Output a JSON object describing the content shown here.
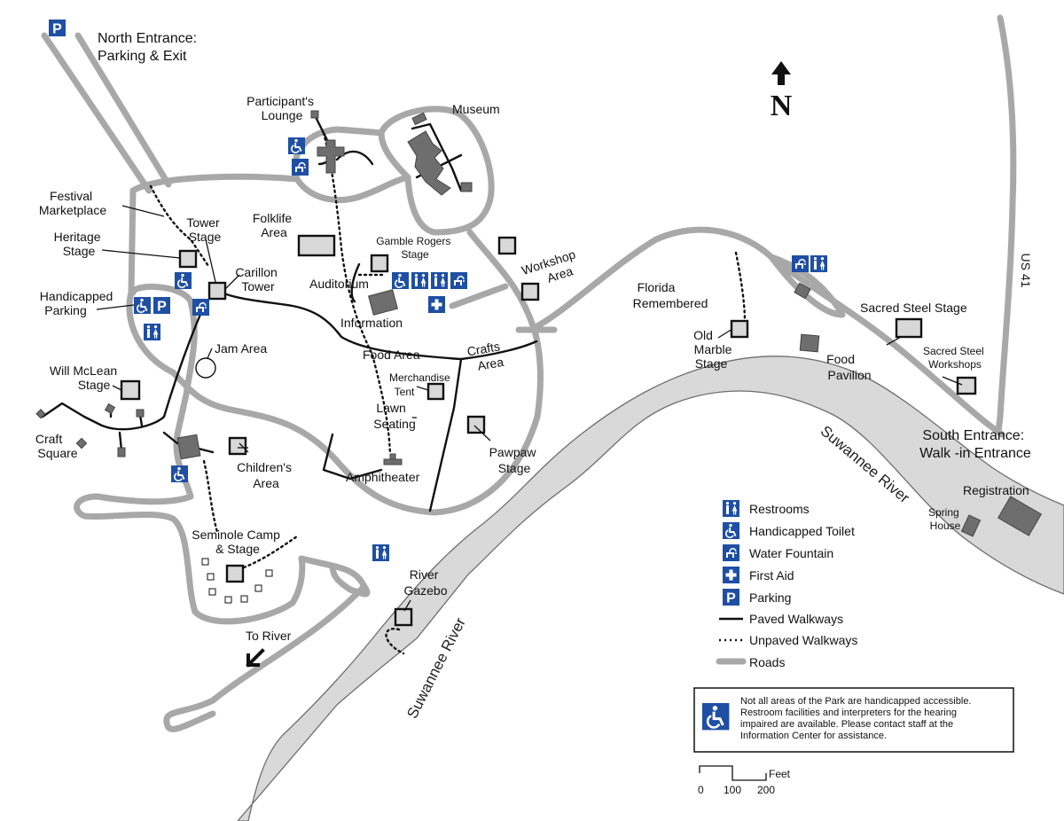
{
  "north": {
    "letter": "N"
  },
  "entrances": {
    "north": [
      "North Entrance:",
      "Parking & Exit"
    ],
    "south": [
      "South Entrance:",
      "Walk -in Entrance"
    ]
  },
  "roads": {
    "us41": "US 41"
  },
  "river": {
    "label_1": "Suwannee River",
    "label_2": "Suwannee River"
  },
  "places": {
    "participants_lounge": [
      "Participant's",
      "Lounge"
    ],
    "museum": "Museum",
    "festival_marketplace": [
      "Festival",
      "Marketplace"
    ],
    "heritage_stage": [
      "Heritage",
      "Stage"
    ],
    "tower_stage": [
      "Tower",
      "Stage"
    ],
    "folklife_area": [
      "Folklife",
      "Area"
    ],
    "gamble_rogers_stage": [
      "Gamble Rogers",
      "Stage"
    ],
    "workshop_area": [
      "Workshop",
      "Area"
    ],
    "carillon_tower": [
      "Carillon",
      "Tower"
    ],
    "auditorium": "Auditorium",
    "handicapped_parking": [
      "Handicapped",
      "Parking"
    ],
    "information": "Information",
    "florida_remembered": [
      "Florida",
      "Remembered"
    ],
    "sacred_steel_stage": "Sacred Steel Stage",
    "jam_area": "Jam Area",
    "food_area": "Food Area",
    "crafts_area": [
      "Crafts",
      "Area"
    ],
    "old_marble_stage": [
      "Old",
      "Marble",
      "Stage"
    ],
    "food_pavilion": [
      "Food",
      "Pavilion"
    ],
    "sacred_steel_workshops": [
      "Sacred Steel",
      "Workshops"
    ],
    "will_mclean_stage": [
      "Will McLean",
      "Stage"
    ],
    "merchandise_tent": [
      "Merchandise",
      "Tent"
    ],
    "lawn_seating": [
      "Lawn",
      "Seating"
    ],
    "craft_square": [
      "Craft",
      "Square"
    ],
    "childrens_area": [
      "Children's",
      "Area"
    ],
    "amphitheater": "Amphitheater",
    "pawpaw_stage": [
      "Pawpaw",
      "Stage"
    ],
    "registration": "Registration",
    "spring_house": [
      "Spring",
      "House"
    ],
    "seminole_camp": [
      "Seminole Camp",
      "& Stage"
    ],
    "river_gazebo": [
      "River",
      "Gazebo"
    ],
    "to_river": "To River"
  },
  "legend": {
    "items": [
      {
        "icon": "restrooms-icon",
        "label": "Restrooms"
      },
      {
        "icon": "handicapped-toilet-icon",
        "label": "Handicapped Toilet"
      },
      {
        "icon": "water-fountain-icon",
        "label": "Water Fountain"
      },
      {
        "icon": "first-aid-icon",
        "label": "First Aid"
      },
      {
        "icon": "parking-icon",
        "label": "Parking"
      },
      {
        "icon": "paved-line",
        "label": "Paved Walkways"
      },
      {
        "icon": "unpaved-line",
        "label": "Unpaved Walkways"
      },
      {
        "icon": "road-line",
        "label": "Roads"
      }
    ]
  },
  "note": {
    "lines": [
      "Not all areas of the Park are handicapped accessible.",
      "Restroom facilities and interpreters for the hearing",
      "impaired are available. Please contact staff at the",
      "Information Center for assistance."
    ]
  },
  "scale": {
    "unit": "Feet",
    "ticks": [
      "0",
      "100",
      "200"
    ]
  },
  "symbols": {
    "parking_letter": "P"
  },
  "colors": {
    "symbol_blue": "#1e4fa3",
    "road_gray": "#a8a8a8",
    "river_gray": "#d9d9d9",
    "building_gray": "#6e6e6e"
  }
}
